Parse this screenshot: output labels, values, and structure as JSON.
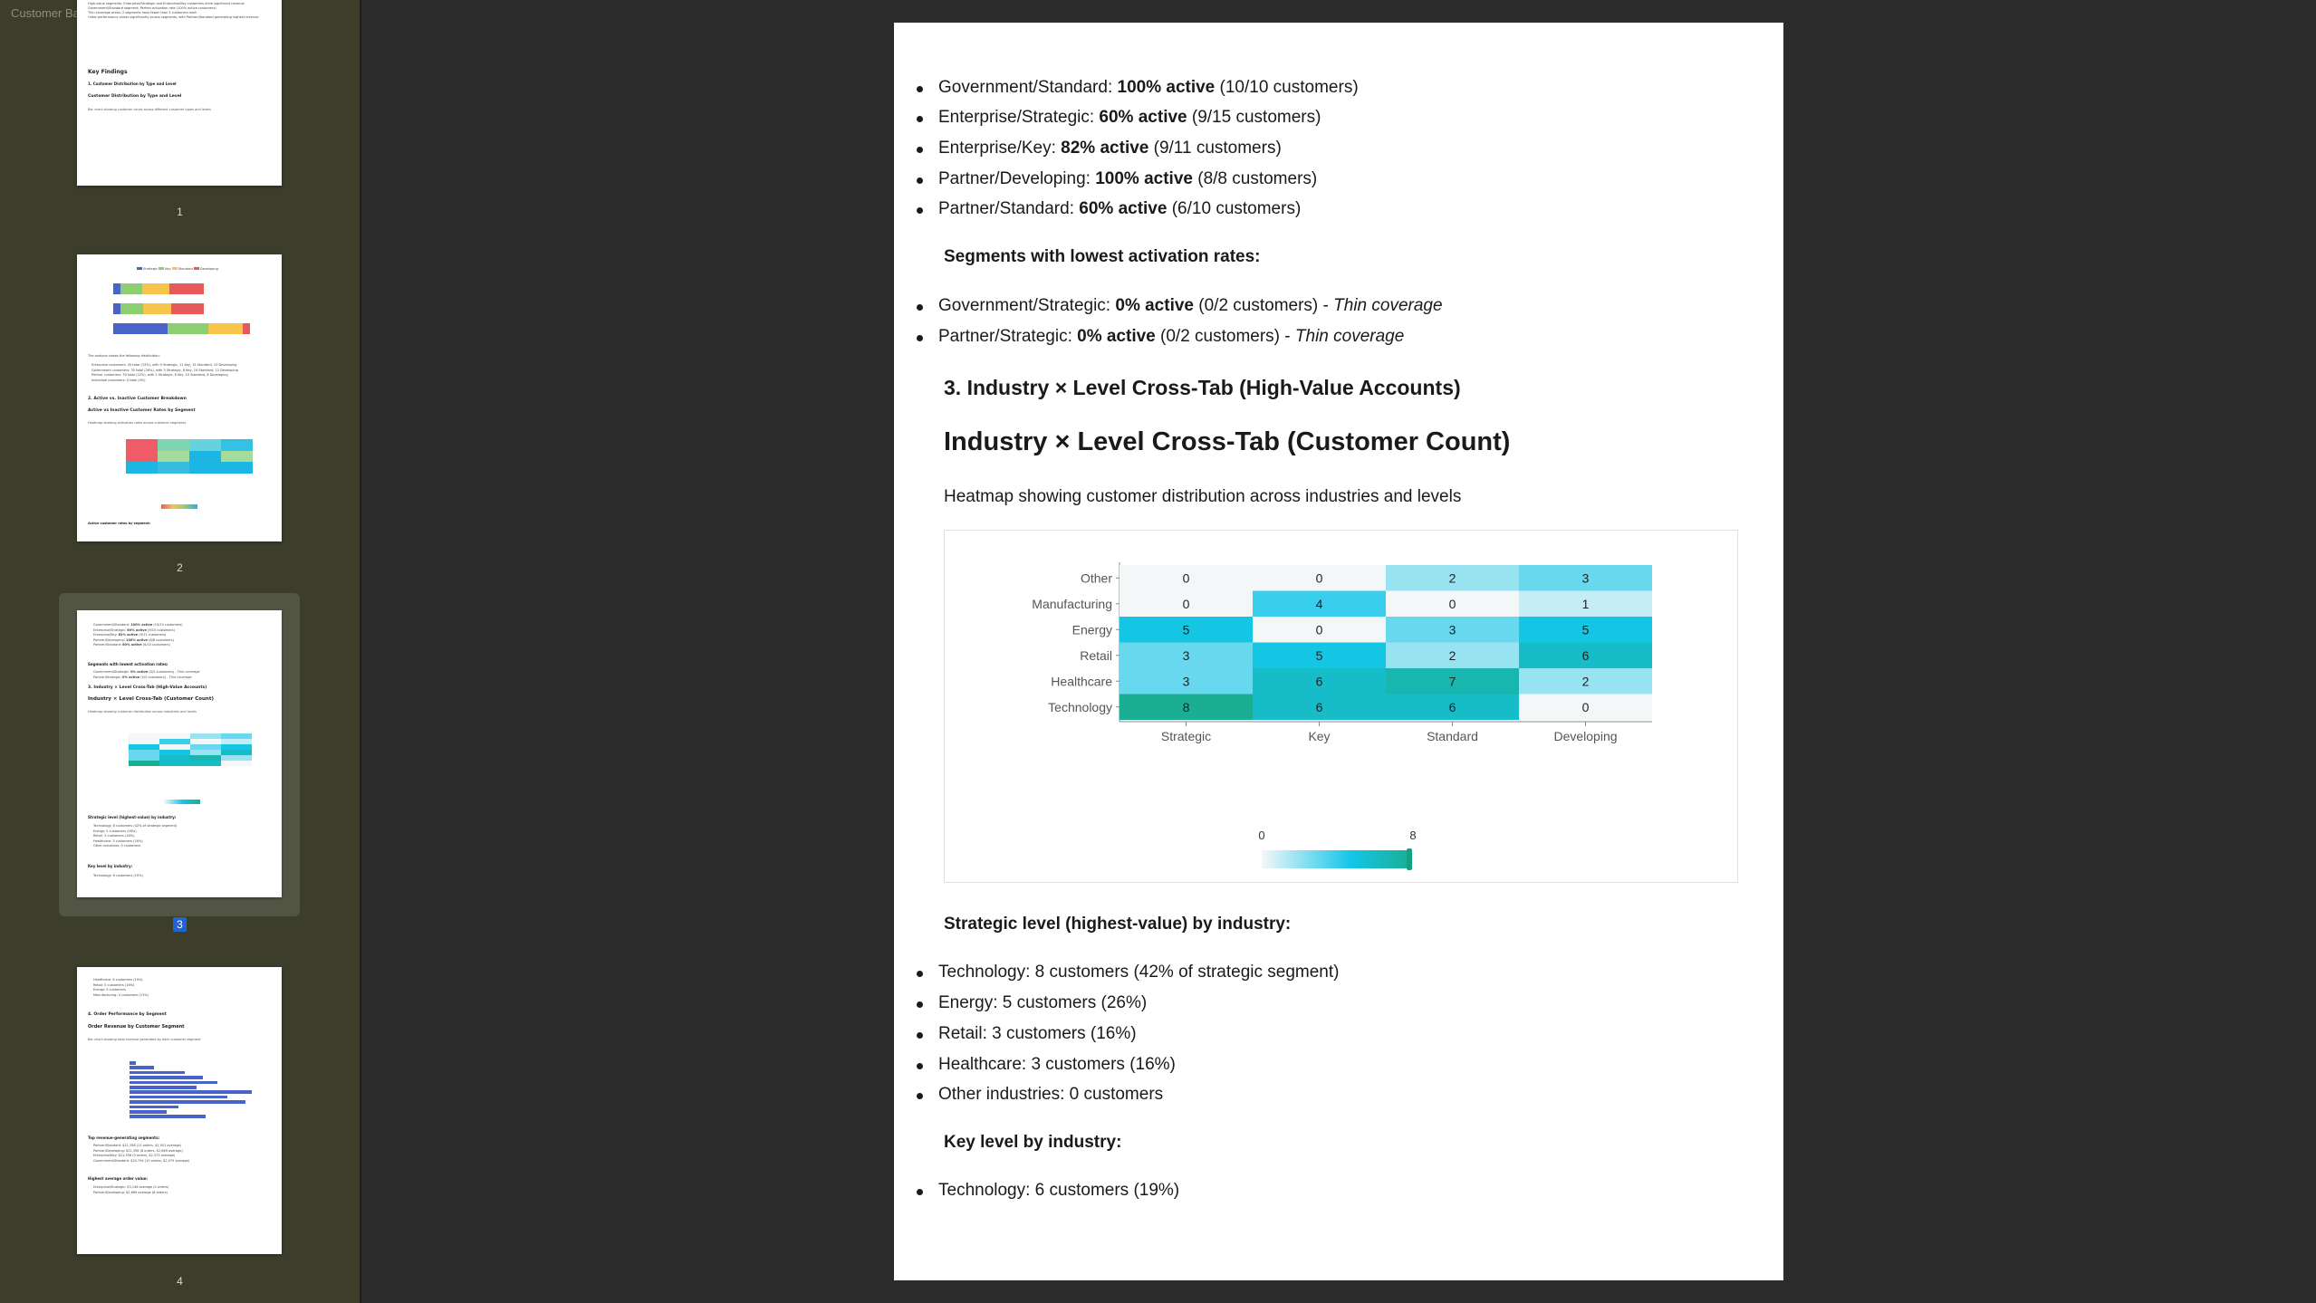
{
  "window": {
    "title": "Customer Base Segmentation Analysis Report.pdf"
  },
  "sidebar": {
    "pages": [
      {
        "number": "1"
      },
      {
        "number": "2"
      },
      {
        "number": "3",
        "selected": true
      },
      {
        "number": "4"
      }
    ],
    "thumb1": {
      "lines": [
        "High-value segments: Enterprise/Strategic and Enterprise/Key customers drive significant revenue",
        "Government/Standard segment: Perfect activation rate (100% active customers)",
        "Thin coverage areas: 2 segments have fewer than 3 customers each",
        "Order performance varies significantly across segments, with Partner/Standard generating highest revenue"
      ],
      "key_findings": "Key Findings",
      "sub": "1. Customer Distribution by Type and Level",
      "chart_title": "Customer Distribution by Type and Level",
      "caption": "Bar chart showing customer count across different customer types and levels"
    },
    "thumb2": {
      "legend": [
        "Strategic",
        "Key",
        "Standard",
        "Developing"
      ],
      "intro": "The analysis shows the following distribution:",
      "bullets": [
        "Enterprise customers: 45 total (33%), with 9 Strategic, 11 Key, 15 Standard, 10 Developing",
        "Government customers: 35 total (26%), with 5 Strategic, 8 Key, 10 Standard, 12 Developing",
        "Partner customers: 30 total (22%), with 2 Strategic, 8 Key, 10 Standard, 8 Developing",
        "Individual customers: 0 total (0%)"
      ],
      "sub": "2. Active vs. Inactive Customer Breakdown",
      "chart_title": "Active vs Inactive Customer Rates by Segment",
      "caption": "Heatmap showing activation rates across customer segments",
      "footer": "Active customer rates by segment:"
    },
    "thumb3": {
      "strategic_title": "Strategic level (highest-value) by industry:",
      "strategic_items": [
        "Technology: 8 customers (42% of strategic segment)",
        "Energy: 5 customers (26%)",
        "Retail: 3 customers (16%)",
        "Healthcare: 3 customers (16%)",
        "Other industries: 0 customers"
      ],
      "key_title": "Key level by industry:",
      "key_items": [
        "Technology: 6 customers (19%)"
      ]
    },
    "thumb4": {
      "top_items": [
        "Healthcare: 6 customers (19%)",
        "Retail: 5 customers (16%)",
        "Energy: 0 customers",
        "Manufacturing: 4 customers (13%)"
      ],
      "sub": "4. Order Performance by Segment",
      "chart_title": "Order Revenue by Customer Segment",
      "caption": "Bar chart showing total revenue generated by each customer segment",
      "rev_title": "Top revenue-generating segments:",
      "rev_items": [
        "Partner/Standard: $21,356 (11 orders, $1,941 average)",
        "Partner/Developing: $21,356 (8 orders, $2,669 average)",
        "Enterprise/Key: $21,356 (9 orders, $2,373 average)",
        "Government/Standard: $20,794 (10 orders, $2,079 average)"
      ],
      "avg_title": "Highest average order value:",
      "avg_items": [
        "Enterprise/Strategic: $3,146 average (4 orders)",
        "Partner/Developing: $2,669 average (8 orders)"
      ]
    }
  },
  "content": {
    "active_list": [
      {
        "pre": "Government/Standard: ",
        "bold": "100% active",
        "post": " (10/10 customers)"
      },
      {
        "pre": "Enterprise/Strategic: ",
        "bold": "60% active",
        "post": " (9/15 customers)"
      },
      {
        "pre": "Enterprise/Key: ",
        "bold": "82% active",
        "post": " (9/11 customers)"
      },
      {
        "pre": "Partner/Developing: ",
        "bold": "100% active",
        "post": " (8/8 customers)"
      },
      {
        "pre": "Partner/Standard: ",
        "bold": "60% active",
        "post": " (6/10 customers)"
      }
    ],
    "lowest_title": "Segments with lowest activation rates:",
    "lowest_list": [
      {
        "pre": "Government/Strategic: ",
        "bold": "0% active",
        "post": " (0/2 customers) - ",
        "italic": "Thin coverage"
      },
      {
        "pre": "Partner/Strategic: ",
        "bold": "0% active",
        "post": " (0/2 customers) - ",
        "italic": "Thin coverage"
      }
    ],
    "section3_title": "3. Industry × Level Cross-Tab (High-Value Accounts)",
    "chart_heading": "Industry × Level Cross-Tab (Customer Count)",
    "chart_caption": "Heatmap showing customer distribution across industries and levels",
    "strategic_title": "Strategic level (highest-value) by industry:",
    "strategic_list": [
      "Technology: 8 customers (42% of strategic segment)",
      "Energy: 5 customers (26%)",
      "Retail: 3 customers (16%)",
      "Healthcare: 3 customers (16%)",
      "Other industries: 0 customers"
    ],
    "key_title": "Key level by industry:",
    "key_list": [
      "Technology: 6 customers (19%)"
    ]
  },
  "chart_data": {
    "type": "heatmap",
    "title": "",
    "x_categories": [
      "Strategic",
      "Key",
      "Standard",
      "Developing"
    ],
    "y_categories": [
      "Other",
      "Manufacturing",
      "Energy",
      "Retail",
      "Healthcare",
      "Technology"
    ],
    "values": [
      [
        0,
        0,
        2,
        3
      ],
      [
        0,
        4,
        0,
        1
      ],
      [
        5,
        0,
        3,
        5
      ],
      [
        3,
        5,
        2,
        6
      ],
      [
        3,
        6,
        7,
        2
      ],
      [
        8,
        6,
        6,
        0
      ]
    ],
    "color_range": [
      0,
      8
    ],
    "colorbar_labels": [
      "0",
      "8"
    ],
    "colors": {
      "low": "#f4f7f8",
      "mid": "#14c6e9",
      "high": "#1aaf93"
    },
    "colorbar_handle": "#10a37f"
  }
}
